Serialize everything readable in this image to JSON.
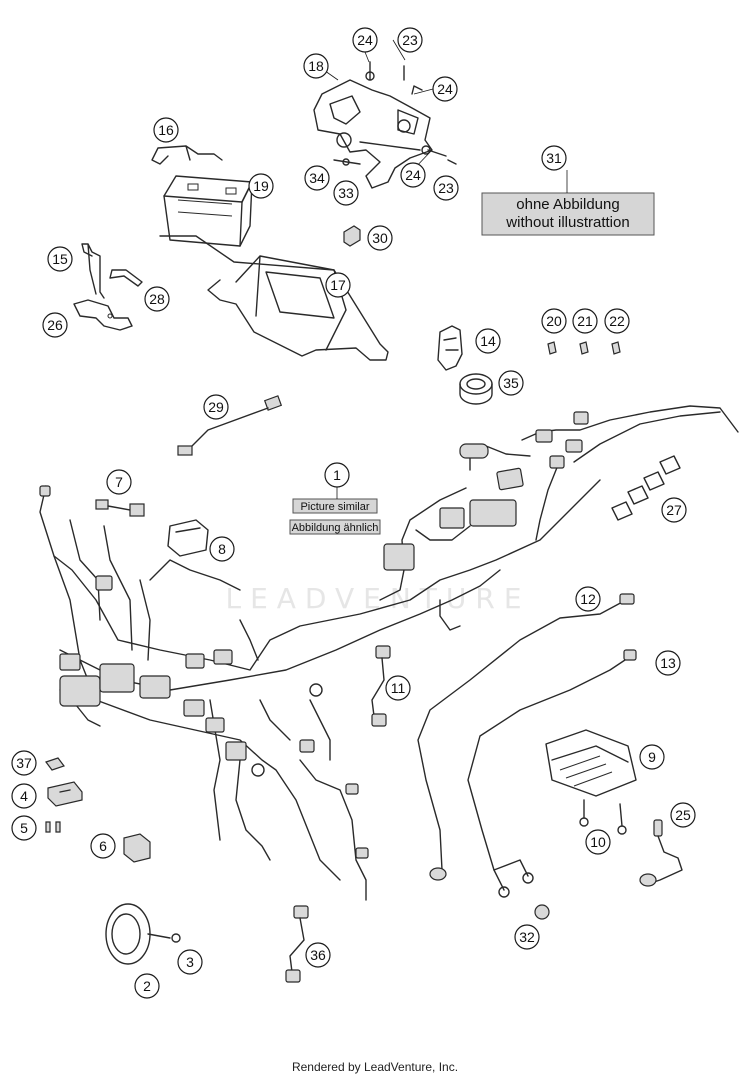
{
  "watermark": "LEADVENTURE",
  "notes": {
    "without_illustration_de": "ohne Abbildung",
    "without_illustration_en": "without illustrattion",
    "picture_similar_en": "Picture similar",
    "picture_similar_de": "Abbildung ähnlich"
  },
  "callouts": [
    "1",
    "2",
    "3",
    "4",
    "5",
    "6",
    "7",
    "8",
    "9",
    "10",
    "11",
    "12",
    "13",
    "14",
    "15",
    "16",
    "17",
    "18",
    "19",
    "20",
    "21",
    "22",
    "23",
    "23",
    "24",
    "24",
    "24",
    "25",
    "26",
    "27",
    "28",
    "29",
    "30",
    "31",
    "32",
    "33",
    "34",
    "35",
    "36",
    "37"
  ],
  "footer": "Rendered by LeadVenture, Inc."
}
